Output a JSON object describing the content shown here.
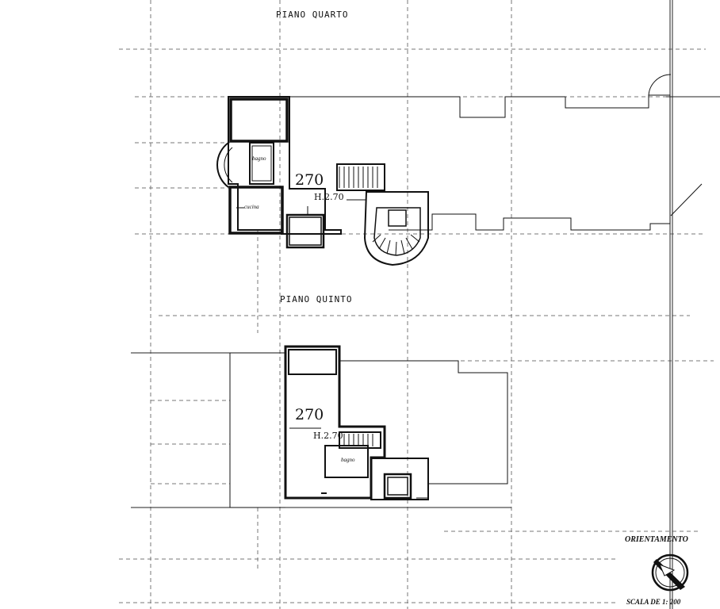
{
  "floors": [
    {
      "title": "PIANO QUARTO",
      "unit": "270",
      "height": "H.2.70",
      "rooms": [
        "cucina",
        "bagno"
      ]
    },
    {
      "title": "PIANO QUINTO",
      "unit": "270",
      "height": "H.2.70",
      "rooms": [
        "bagno"
      ]
    }
  ],
  "legend": {
    "orientation": "ORIENTAMENTO",
    "scale": "SCALA DE 1: 200"
  }
}
